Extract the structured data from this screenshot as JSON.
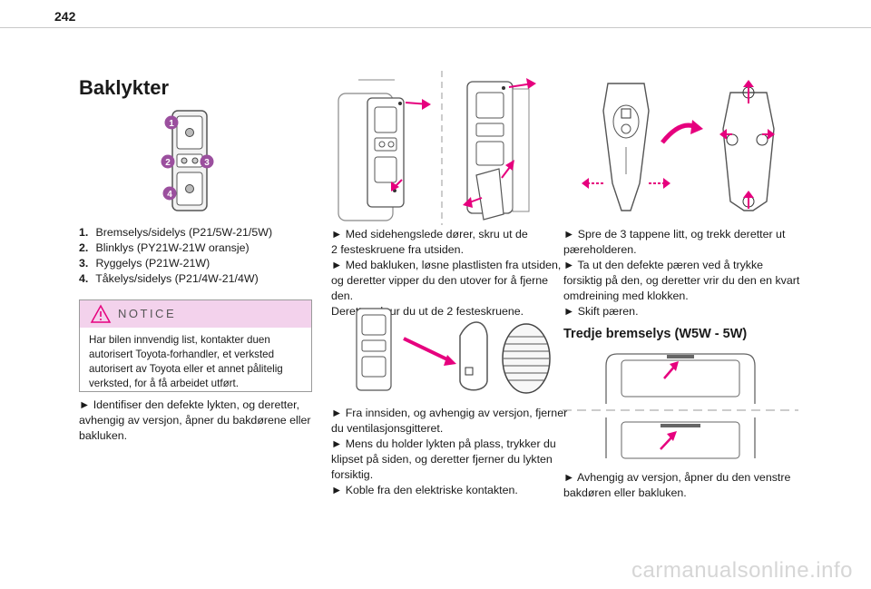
{
  "page": {
    "number": "242",
    "title": "Baklykter",
    "watermark": "carmanualsonline.info"
  },
  "callouts": [
    "1",
    "2",
    "3",
    "4"
  ],
  "bulbs": [
    {
      "num": "1.",
      "text": "Bremselys/sidelys (P21/5W-21/5W)"
    },
    {
      "num": "2.",
      "text": "Blinklys (PY21W-21W oransje)"
    },
    {
      "num": "3.",
      "text": "Ryggelys (P21W-21W)"
    },
    {
      "num": "4.",
      "text": "Tåkelys/sidelys (P21/4W-21/4W)"
    }
  ],
  "notice": {
    "title": "NOTICE",
    "lines": [
      "Har bilen innvendig list, kontakter duen",
      "autorisert Toyota-forhandler, et verksted",
      "autorisert av Toyota eller et annet pålitelig",
      "verksted, for å få arbeidet utført."
    ]
  },
  "col1_steps": [
    "►  Identifiser den defekte lykten, og deretter,",
    "avhengig av versjon, åpner du bakdørene eller",
    "bakluken."
  ],
  "col2_steps_a": [
    "►  Med sidehengslede dører, skru ut de",
    "2 festeskruene fra utsiden.",
    "►  Med bakluken, løsne plastlisten fra utsiden,",
    "og deretter vipper du den utover for å fjerne den.",
    "Deretter skrur du ut de 2 festeskruene."
  ],
  "col2_steps_b": [
    "►  Fra innsiden, og avhengig av versjon, fjerner",
    "du ventilasjonsgitteret.",
    "►  Mens du holder lykten på plass, trykker du",
    "klipset på siden, og deretter fjerner du lykten",
    "forsiktig.",
    "►  Koble fra den elektriske kontakten."
  ],
  "col3_steps_a": [
    "►  Spre de 3 tappene litt, og trekk deretter ut",
    "pæreholderen.",
    "►  Ta ut den defekte pæren ved å trykke",
    "forsiktig på den, og deretter vrir du den en kvart",
    "omdreining med klokken.",
    "►  Skift pæren."
  ],
  "col3_subheading": "Tredje bremselys (W5W - 5W)",
  "col3_steps_b": [
    "►  Avhengig av versjon, åpner du den venstre",
    "bakdøren eller bakluken."
  ],
  "colors": {
    "accent": "#e6007e",
    "notice_bg": "#f3d2ec",
    "callout": "#9b4f9e",
    "line": "#7a7a7a"
  }
}
